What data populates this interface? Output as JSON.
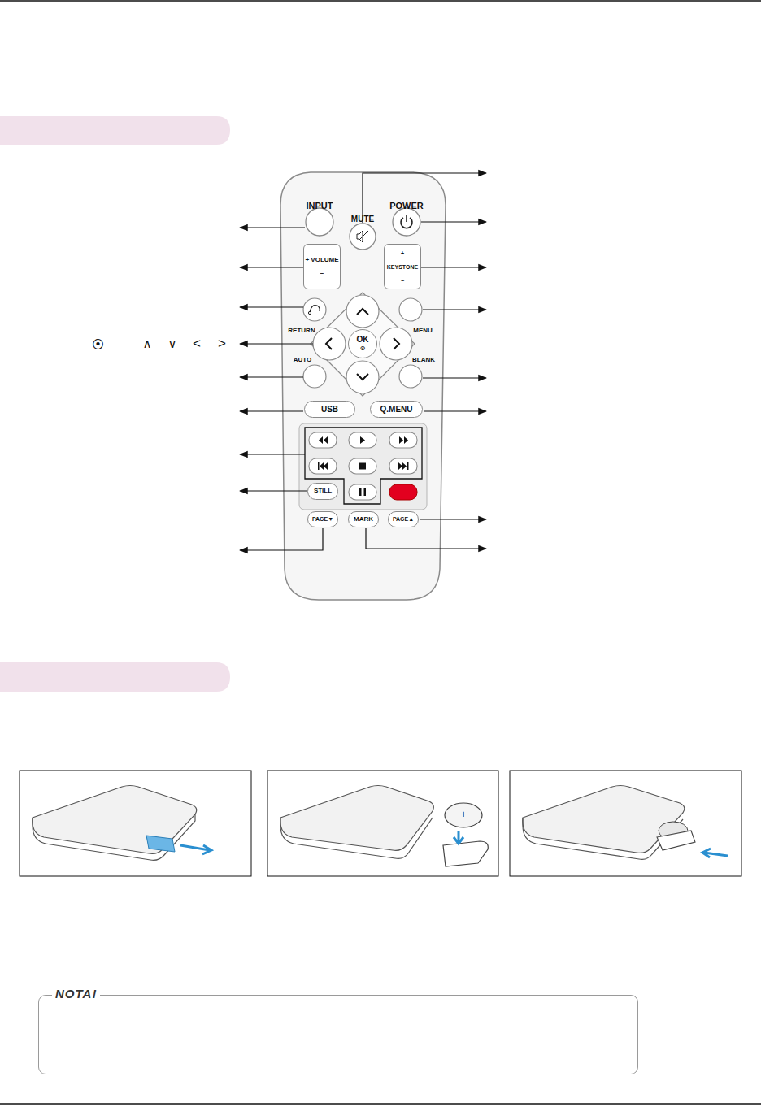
{
  "diagram": {
    "nodes": [
      {
        "text": [
          "+ VOLUME −"
        ]
      },
      {
        "text": [
          "+ KEYSTONE −"
        ]
      },
      {
        "text": [
          "OK",
          "⊙"
        ]
      },
      {
        "text": [
          "USB"
        ]
      },
      {
        "text": [
          "Q.MENU"
        ]
      },
      {
        "text": [
          "STILL"
        ]
      },
      {
        "text": [
          "PAGE▼"
        ]
      },
      {
        "text": [
          "MARK"
        ]
      },
      {
        "text": [
          "PAGE▲"
        ]
      },
      {
        "text": [
          "NOTA!"
        ]
      }
    ],
    "labels": [
      "INPUT",
      "MUTE",
      "POWER",
      "RETURN",
      "MENU",
      "AUTO",
      "BLANK",
      "⦿",
      "∧",
      "∨",
      "<",
      ">",
      "+"
    ]
  }
}
